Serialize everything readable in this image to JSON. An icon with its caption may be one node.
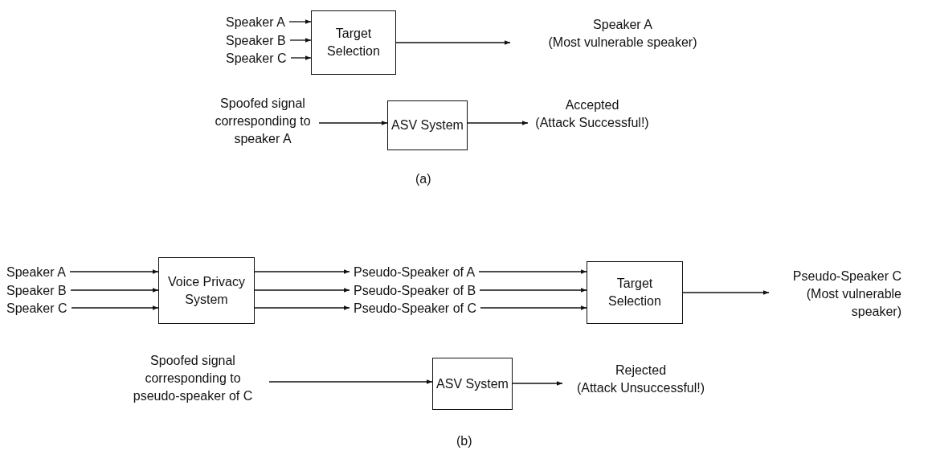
{
  "diagram": {
    "nodes": [
      {
        "text": [
          "Speaker A"
        ]
      },
      {
        "text": [
          "Speaker B"
        ]
      },
      {
        "text": [
          "Speaker C"
        ]
      },
      {
        "text": [
          "Target Selection"
        ]
      },
      {
        "text": [
          "Speaker A",
          "(Most vulnerable speaker)"
        ]
      },
      {
        "text": [
          "Spoofed signal corresponding to speaker A"
        ]
      },
      {
        "text": [
          "ASV System"
        ]
      },
      {
        "text": [
          "Accepted",
          "(Attack Successful!)"
        ]
      },
      {
        "text": [
          "Speaker A"
        ]
      },
      {
        "text": [
          "Speaker B"
        ]
      },
      {
        "text": [
          "Speaker C"
        ]
      },
      {
        "text": [
          "Voice Privacy System"
        ]
      },
      {
        "text": [
          "Pseudo-Speaker of A"
        ]
      },
      {
        "text": [
          "Pseudo-Speaker of B"
        ]
      },
      {
        "text": [
          "Pseudo-Speaker of C"
        ]
      },
      {
        "text": [
          "Target Selection"
        ]
      },
      {
        "text": [
          "Pseudo-Speaker C",
          "(Most vulnerable speaker)"
        ]
      },
      {
        "text": [
          "Spoofed signal corresponding to pseudo-speaker of C"
        ]
      },
      {
        "text": [
          "ASV System"
        ]
      },
      {
        "text": [
          "Rejected",
          "(Attack Unsuccessful!)"
        ]
      }
    ],
    "edges": [
      {
        "from": 0,
        "to": 3,
        "arrow": "to"
      },
      {
        "from": 1,
        "to": 3,
        "arrow": "to"
      },
      {
        "from": 2,
        "to": 3,
        "arrow": "to"
      },
      {
        "from": 3,
        "to": 4,
        "arrow": "to"
      },
      {
        "from": 5,
        "to": 6,
        "arrow": "to"
      },
      {
        "from": 6,
        "to": 7,
        "arrow": "to"
      },
      {
        "from": 8,
        "to": 11,
        "arrow": "to"
      },
      {
        "from": 9,
        "to": 11,
        "arrow": "to"
      },
      {
        "from": 10,
        "to": 11,
        "arrow": "to"
      },
      {
        "from": 11,
        "to": 12,
        "arrow": "to"
      },
      {
        "from": 11,
        "to": 13,
        "arrow": "to"
      },
      {
        "from": 11,
        "to": 14,
        "arrow": "to"
      },
      {
        "from": 12,
        "to": 15,
        "arrow": "to"
      },
      {
        "from": 13,
        "to": 15,
        "arrow": "to"
      },
      {
        "from": 14,
        "to": 15,
        "arrow": "to"
      },
      {
        "from": 15,
        "to": 16,
        "arrow": "to"
      },
      {
        "from": 17,
        "to": 18,
        "arrow": "to"
      },
      {
        "from": 18,
        "to": 19,
        "arrow": "to"
      }
    ],
    "labels": [
      "(a)",
      "(b)"
    ]
  }
}
